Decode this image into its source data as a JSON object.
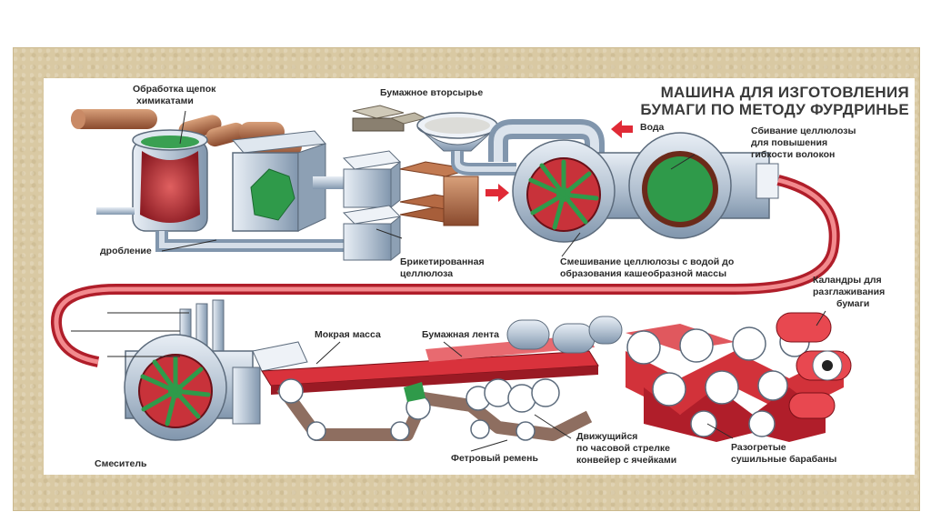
{
  "diagram": {
    "title_line1": "МАШИНА ДЛЯ ИЗГОТОВЛЕНИЯ",
    "title_line2": "БУМАГИ ПО МЕТОДУ ФУРДРИНЬЕ",
    "labels": {
      "chip_treatment_1": "Обработка щепок",
      "chip_treatment_2": "химикатами",
      "recycled_paper": "Бумажное вторсырье",
      "water": "Вода",
      "beating_1": "Сбивание целлюлозы",
      "beating_2": "для повышения",
      "beating_3": "гибкости волокон",
      "crushing": "дробление",
      "briquette_1": "Брикетированная",
      "briquette_2": "целлюлоза",
      "mixing_1": "Смешивание целлюлозы с водой до",
      "mixing_2": "образования кашеобразной массы",
      "calenders_1": "Каландры для",
      "calenders_2": "разглаживания",
      "calenders_3": "бумаги",
      "wet_mass": "Мокрая масса",
      "paper_web": "Бумажная лента",
      "mixer": "Смеситель",
      "felt_belt": "Фетровый ремень",
      "conveyor_1": "Движущийся",
      "conveyor_2": "по часовой стрелке",
      "conveyor_3": "конвейер с ячейками",
      "drums_1": "Разогретые",
      "drums_2": "сушильные барабаны"
    },
    "colors": {
      "background": "#d9c9a3",
      "machine_steel": "#b9c6d4",
      "pulp_red": "#c8323a",
      "fiber_green": "#2f9a4a",
      "wood_brown": "#9a5a3a"
    }
  }
}
